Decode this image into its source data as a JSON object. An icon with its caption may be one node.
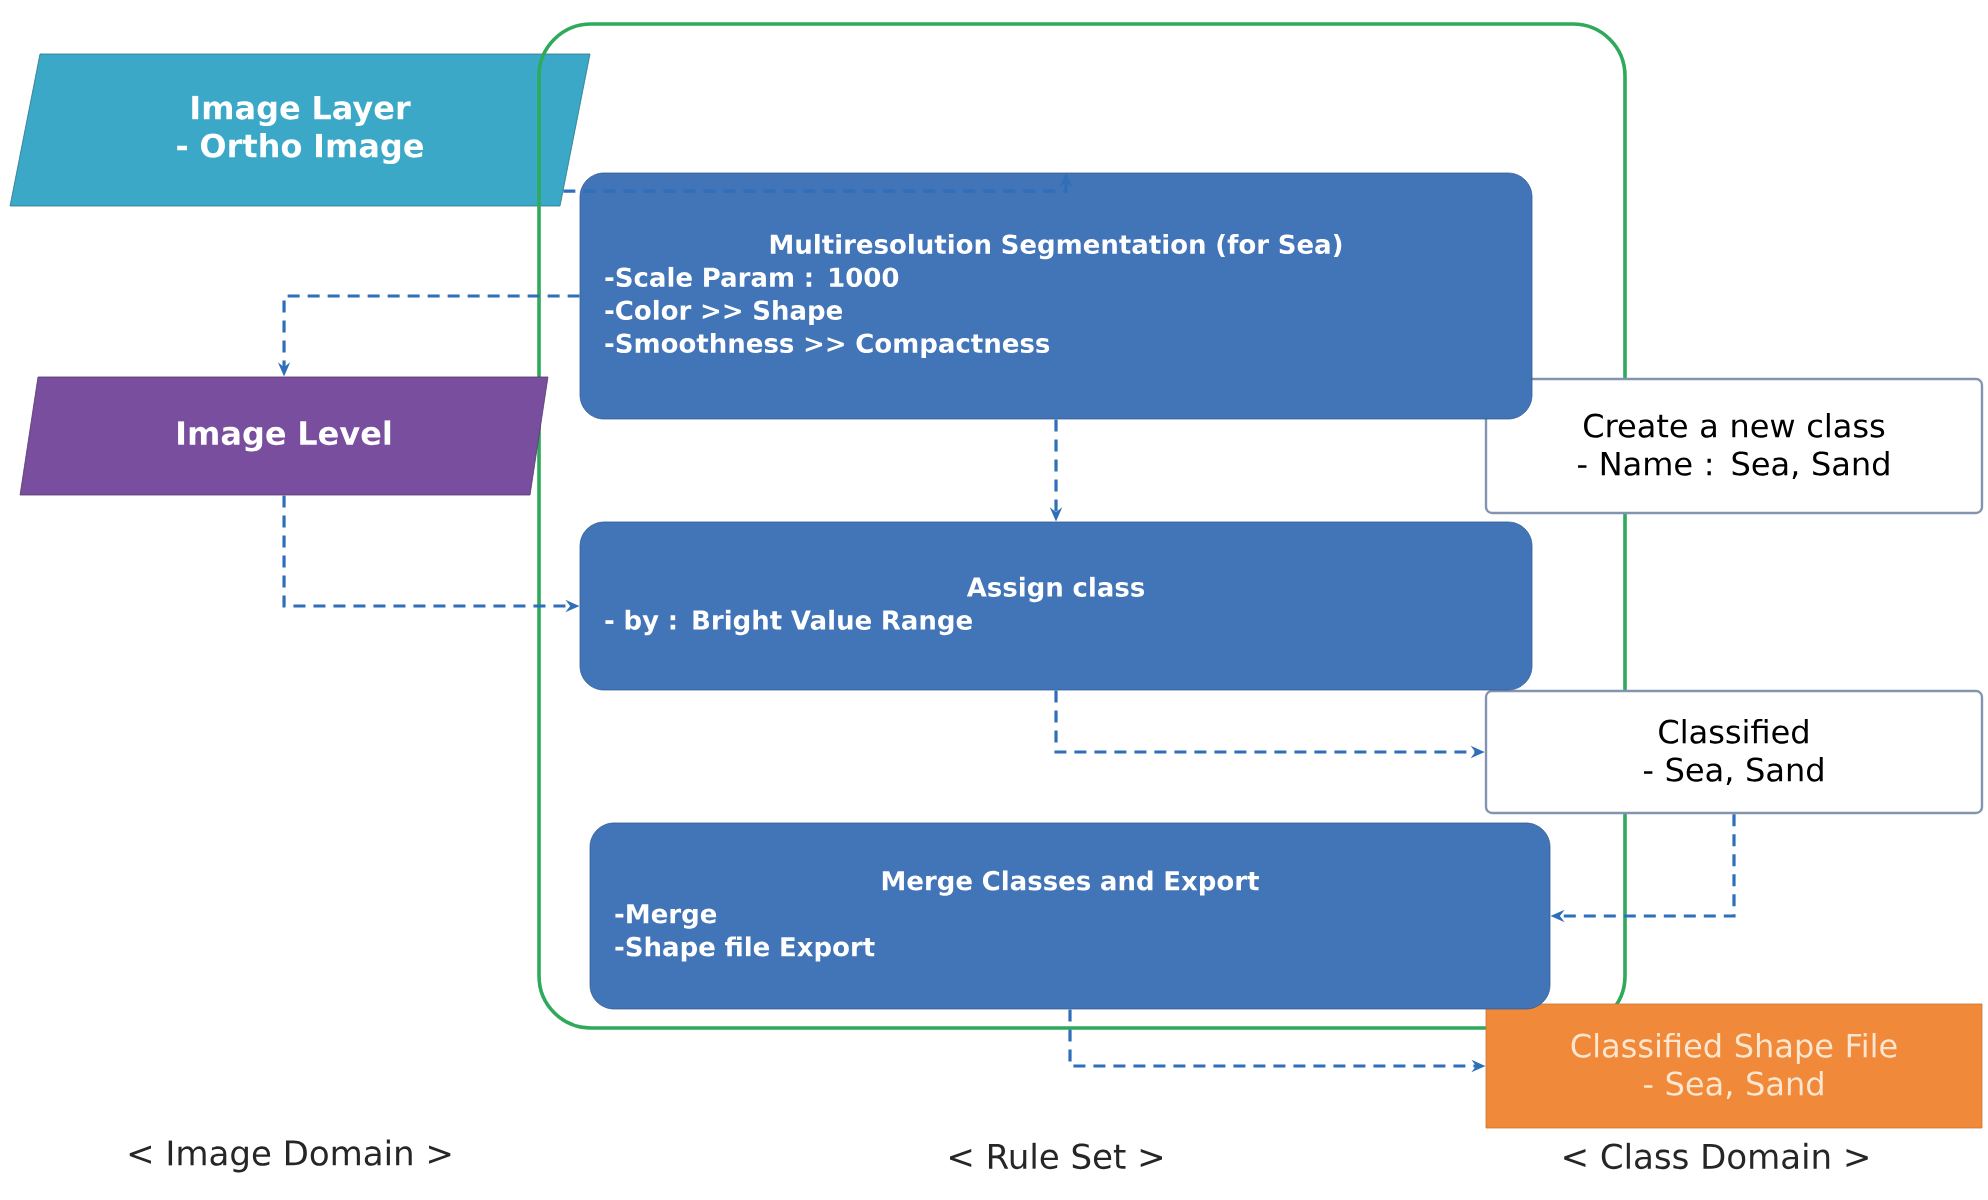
{
  "diagram": {
    "nodes": [
      {
        "text": [
          "Image Layer",
          "- Ortho Image"
        ]
      },
      {
        "text": [],
        "shape": "box"
      },
      {
        "text": [
          "Multiresolution Segmentation (for Sea)",
          "-Scale Param : 1000",
          "-Color >> Shape",
          "-Smoothness >> Compactness"
        ],
        "in": 1
      },
      {
        "text": [
          "Image Level"
        ]
      },
      {
        "text": [
          "Create a new class",
          "- Name : Sea, Sand"
        ]
      },
      {
        "text": [
          "Assign class",
          "- by : Bright Value Range"
        ],
        "in": 1
      },
      {
        "text": [
          "Classified",
          "- Sea, Sand"
        ]
      },
      {
        "text": [
          "Merge Classes and Export",
          "-Merge",
          "-Shape file Export"
        ],
        "in": 1
      },
      {
        "text": [
          "Classified Shape File",
          "- Sea, Sand"
        ]
      }
    ],
    "edges": [
      {
        "from": 0,
        "to": 2,
        "arrow": "to",
        "style": "dashed"
      },
      {
        "from": 2,
        "to": 3,
        "arrow": "to",
        "style": "dashed"
      },
      {
        "from": 2,
        "to": 5,
        "arrow": "to",
        "style": "dashed"
      },
      {
        "from": 3,
        "to": 5,
        "arrow": "to",
        "style": "dashed"
      },
      {
        "from": 5,
        "to": 6,
        "arrow": "to",
        "style": "dashed"
      },
      {
        "from": 6,
        "to": 7,
        "arrow": "to",
        "style": "dashed"
      },
      {
        "from": 7,
        "to": 8,
        "arrow": "to",
        "style": "dashed"
      }
    ],
    "labels": [
      "< Image Domain >",
      "< Rule Set >",
      "< Class Domain >"
    ]
  }
}
